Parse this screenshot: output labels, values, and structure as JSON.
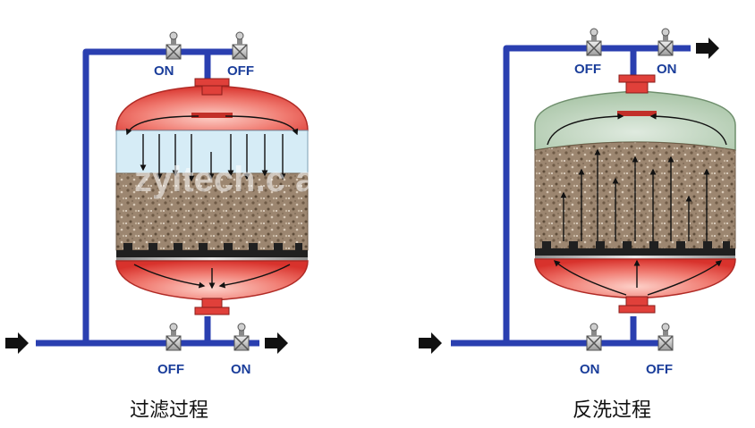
{
  "watermark": "zyltech.c         a.com",
  "panels": [
    {
      "caption": "过滤过程",
      "valves": [
        {
          "label": "ON"
        },
        {
          "label": "OFF"
        },
        {
          "label": "OFF"
        },
        {
          "label": "ON"
        }
      ]
    },
    {
      "caption": "反洗过程",
      "valves": [
        {
          "label": "OFF"
        },
        {
          "label": "ON"
        },
        {
          "label": "ON"
        },
        {
          "label": "OFF"
        }
      ]
    }
  ],
  "colors": {
    "pipe": "#2a3fb0",
    "vessel_red": "#e0403a",
    "dome_light": "#f9b0a8",
    "dome_green": "#b5cfb3",
    "water": "#d6ecf6",
    "media": "#a08a72",
    "valve": "#c8c8c8"
  }
}
